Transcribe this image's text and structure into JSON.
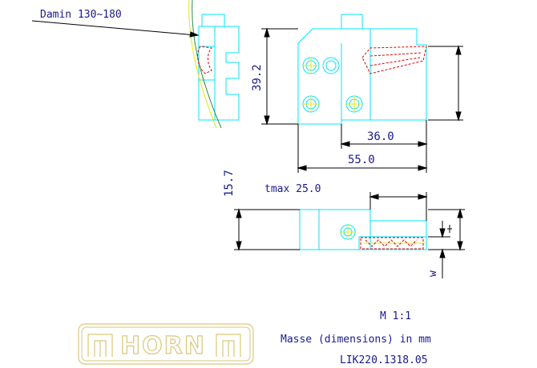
{
  "callouts": {
    "damin": "Damin 130~180",
    "tmax": "tmax 25.0",
    "w": "w"
  },
  "dimensions": {
    "height_top": "39.2",
    "height_side": "15.7",
    "width_inner": "36.0",
    "width_outer": "55.0"
  },
  "title_block": {
    "scale": "M 1:1",
    "units": "Masse (dimensions) in mm",
    "part_number": "LIK220.1318.05"
  },
  "logo": {
    "name": "HORN"
  },
  "colors": {
    "part_outline": "#00e5ff",
    "dimension": "#000000",
    "insert": "#e00000",
    "centerline": "#e8e800",
    "text": "#1a1a8c",
    "logo": "#d9c77a"
  }
}
